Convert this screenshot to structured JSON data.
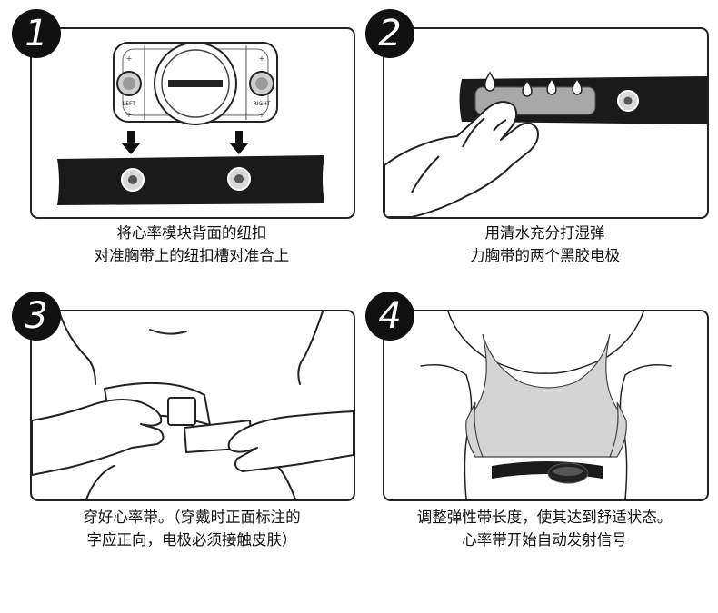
{
  "steps": [
    {
      "number": "1",
      "caption_lines": [
        "将心率模块背面的纽扣",
        "对准胸带上的纽扣槽对准合上"
      ],
      "module_labels": {
        "left": "LEFT",
        "right": "RIGHT"
      }
    },
    {
      "number": "2",
      "caption_lines": [
        "用清水充分打湿弹",
        "力胸带的两个黑胶电极"
      ]
    },
    {
      "number": "3",
      "caption_lines": [
        "穿好心率带。（穿戴时正面标注的",
        "字应正向，电极必须接触皮肤）"
      ]
    },
    {
      "number": "4",
      "caption_lines": [
        "调整弹性带长度，使其达到舒适状态。",
        "心率带开始自动发射信号"
      ]
    }
  ],
  "colors": {
    "frame": "#222222",
    "strap": "#1a1a1a",
    "electrode": "#a8a8a8",
    "garment": "#d4d4d4"
  }
}
